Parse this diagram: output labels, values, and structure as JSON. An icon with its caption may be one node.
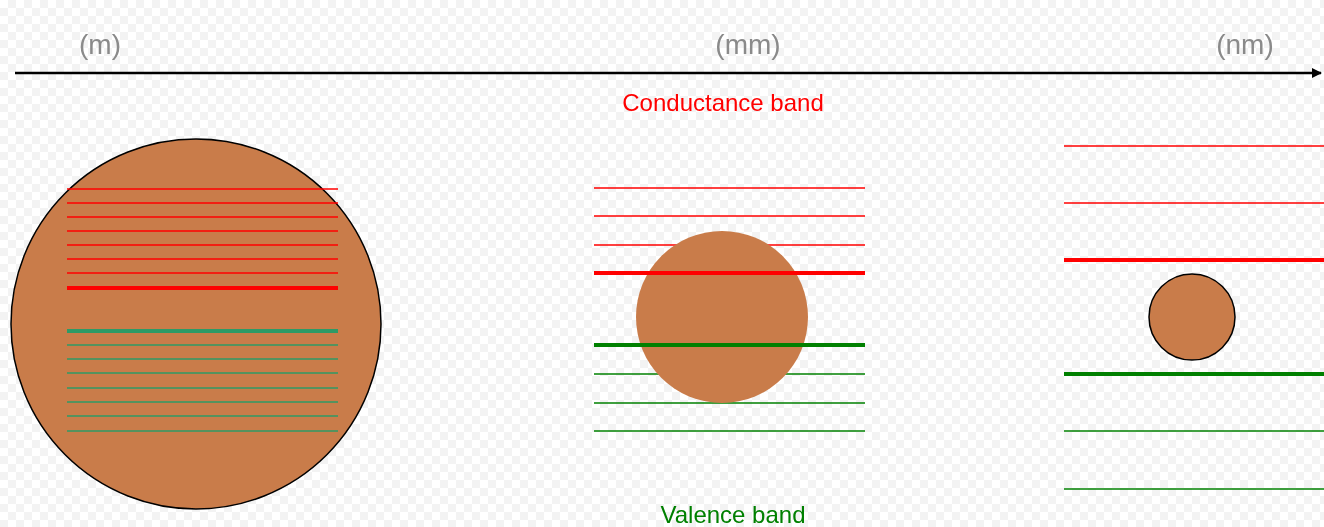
{
  "diagram": {
    "labels": [
      "(m)",
      "(mm)",
      "(nm)",
      "Conductance band",
      "Valence band"
    ]
  }
}
